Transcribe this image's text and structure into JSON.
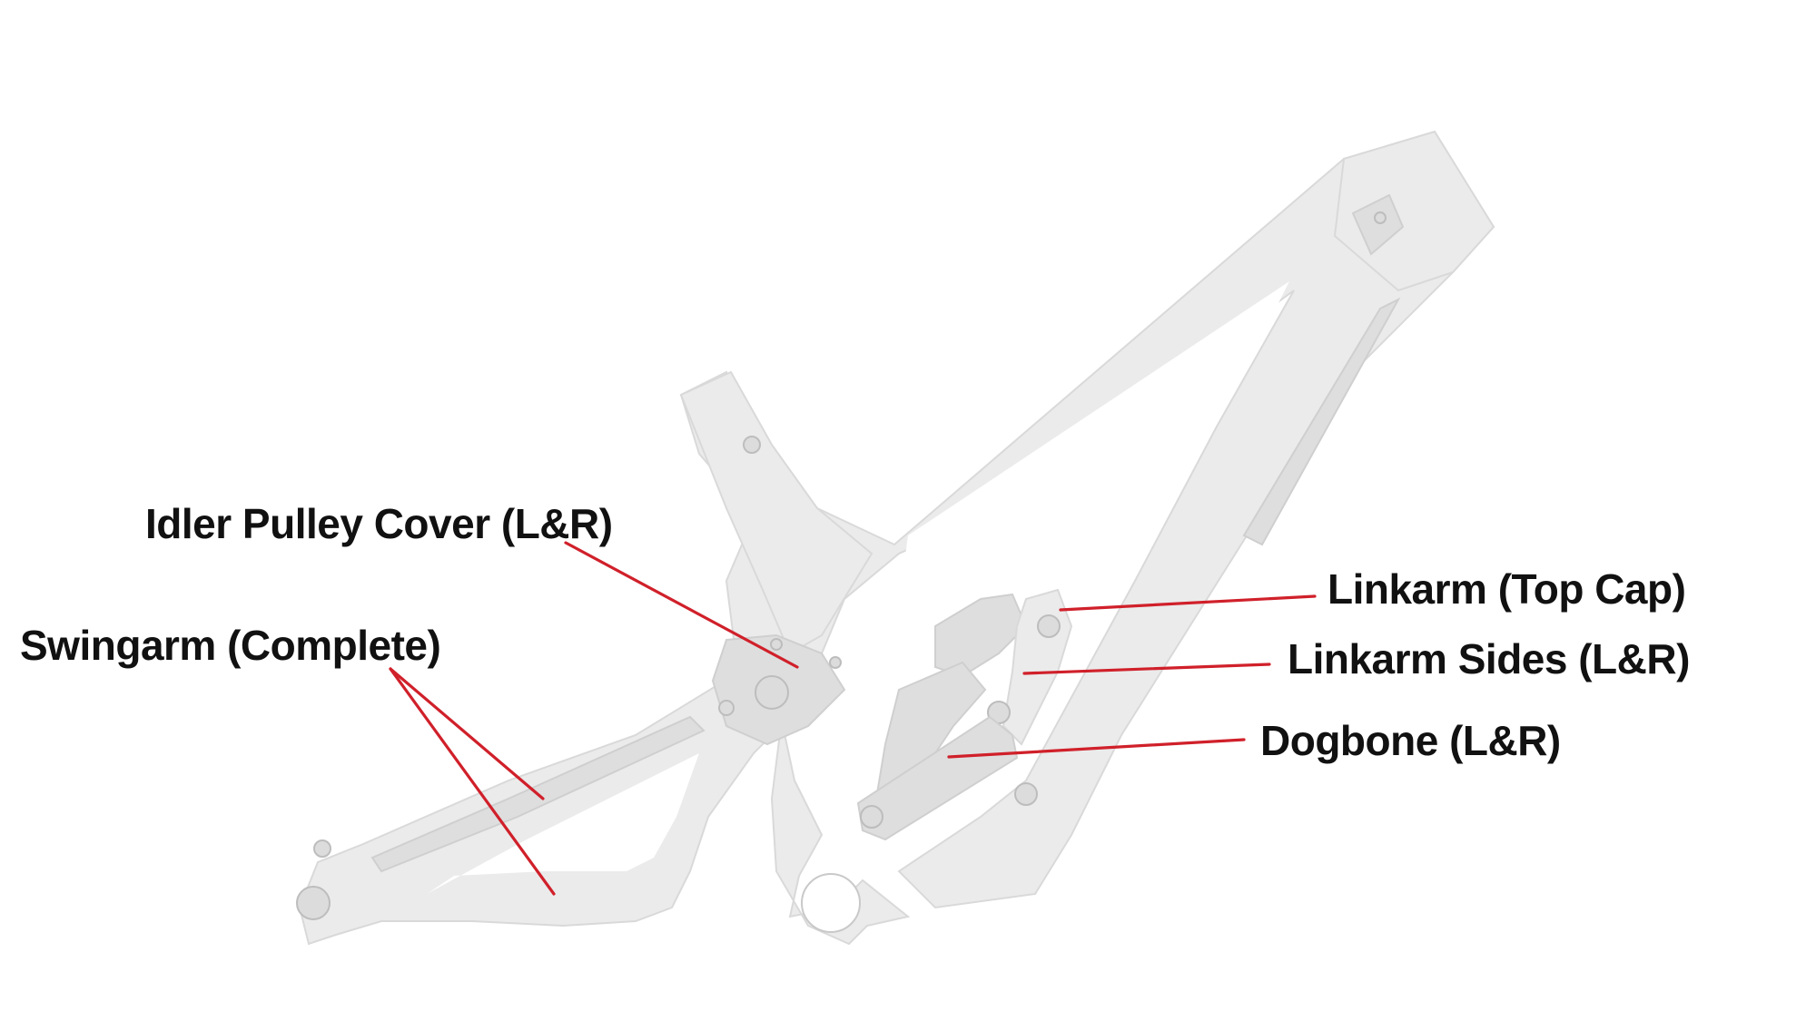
{
  "labels": {
    "idler_pulley_cover": "Idler Pulley Cover (L&R)",
    "swingarm_complete": "Swingarm (Complete)",
    "linkarm_top_cap": "Linkarm (Top Cap)",
    "linkarm_sides": "Linkarm Sides (L&R)",
    "dogbone": "Dogbone (L&R)"
  },
  "colors": {
    "leader_line": "#d0202a",
    "frame": "#ebebeb",
    "text": "#111111",
    "background": "#ffffff"
  }
}
